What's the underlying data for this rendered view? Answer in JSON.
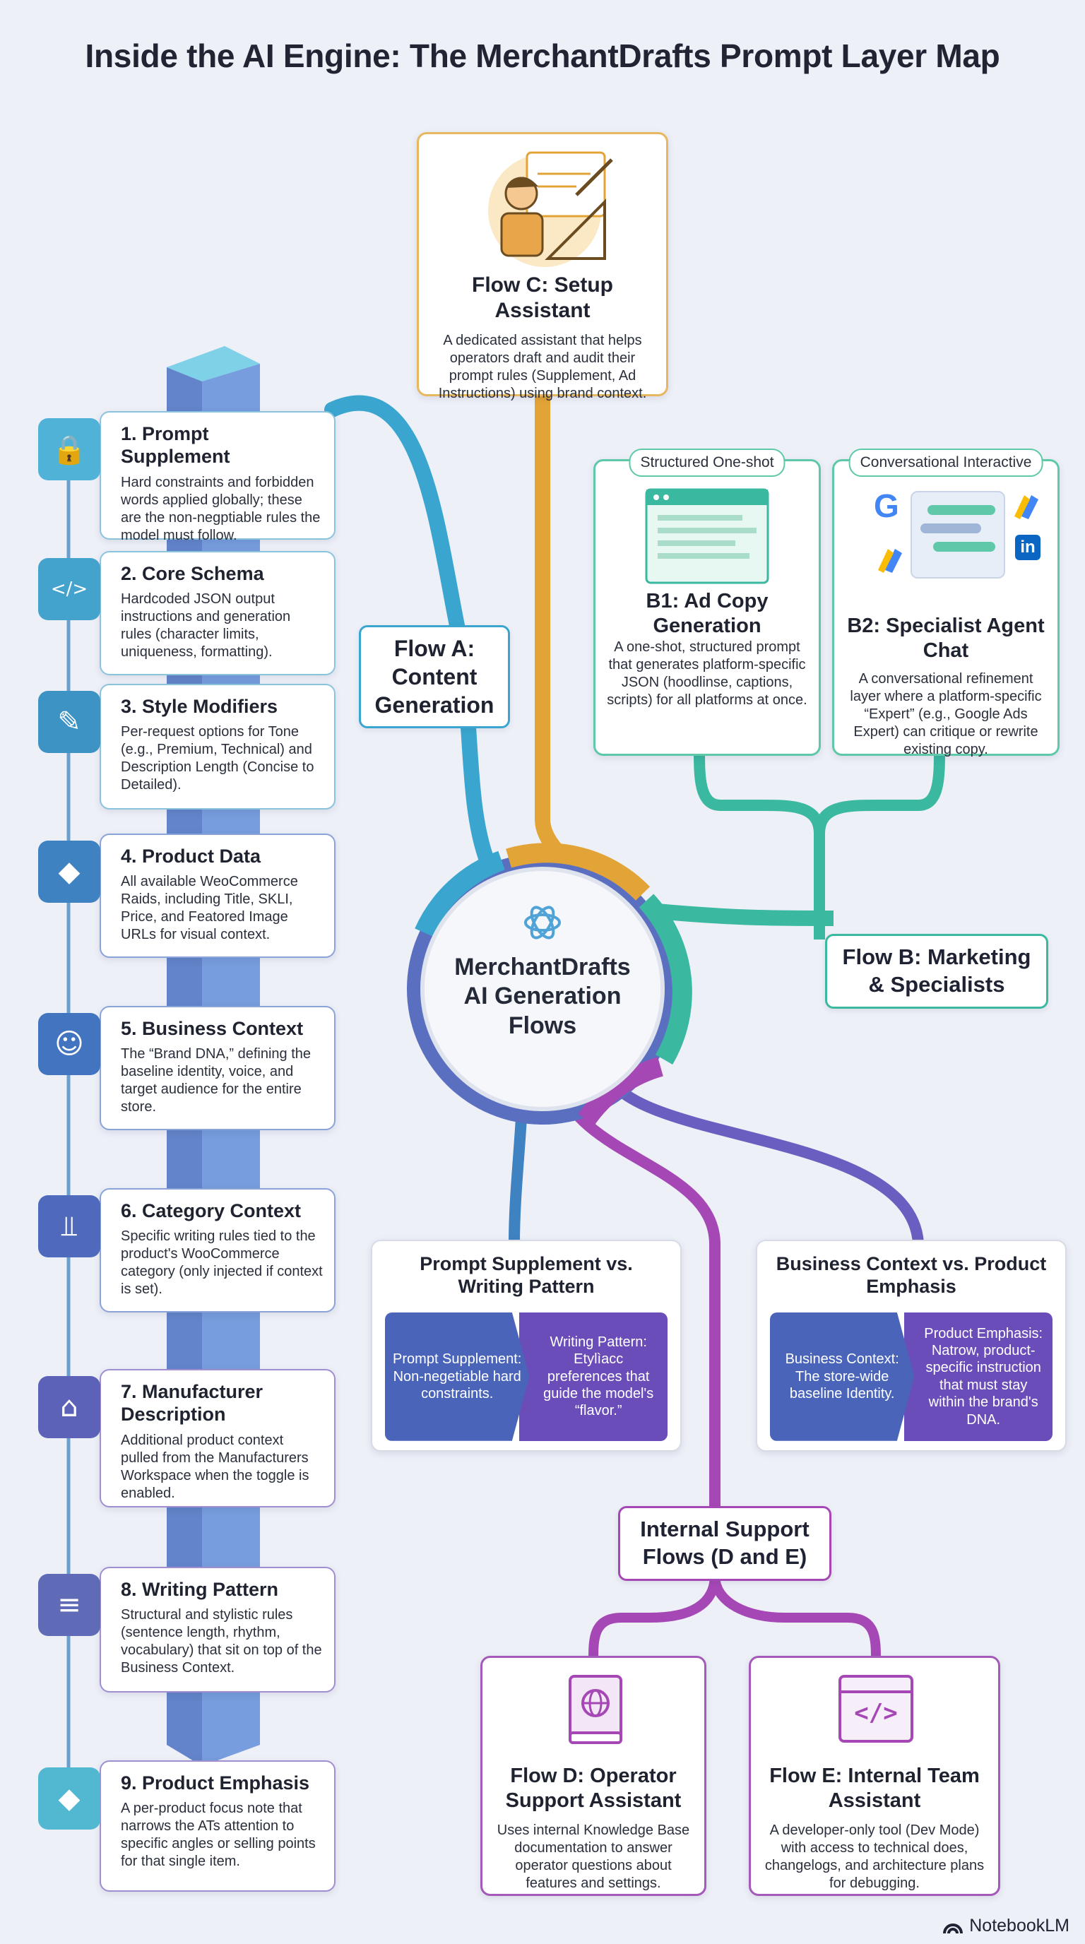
{
  "title": "Inside the AI Engine: The MerchantDrafts Prompt Layer Map",
  "hub": {
    "line1": "MerchantDrafts",
    "line2": "AI Generation",
    "line3": "Flows"
  },
  "layers": [
    {
      "title": "1. Prompt Supplement",
      "desc": "Hard constraints and forbidden words applied globally; these are the non-negptiable rules the model must follow.",
      "icon": "lock-icon",
      "color": "#4fb2d6"
    },
    {
      "title": "2. Core Schema",
      "desc": "Hardcoded JSON output instructions and generation rules (character limits, uniqueness, formatting).",
      "icon": "code-window-icon",
      "color": "#43a3cc"
    },
    {
      "title": "3. Style Modifiers",
      "desc": "Per-request options for Tone (e.g., Premium, Technical) and Description Length (Concise to Detailed).",
      "icon": "paintbrush-icon",
      "color": "#3d93c4"
    },
    {
      "title": "4. Product Data",
      "desc": "All available WeoCommerce Raids, including Title, SKLI, Price, and Featored Image URLs for visual context.",
      "icon": "price-tag-icon",
      "color": "#3f82c2"
    },
    {
      "title": "5. Business Context",
      "desc": "The “Brand DNA,” defining the baseline identity, voice, and target audience for the entire store.",
      "icon": "people-icon",
      "color": "#4274c0"
    },
    {
      "title": "6. Category Context",
      "desc": "Specific writing rules tied to the product's WooCommerce category (only injected if context is set).",
      "icon": "category-tree-icon",
      "color": "#4f6abc"
    },
    {
      "title": "7. Manufacturer Description",
      "desc": "Additional product context pulled from the Manufacturers Workspace when the toggle is enabled.",
      "icon": "shirt-icon",
      "color": "#5c62b8"
    },
    {
      "title": "8. Writing Pattern",
      "desc": "Structural and stylistic rules (sentence length, rhythm, vocabulary) that sit on top of the Business Context.",
      "icon": "list-sort-icon",
      "color": "#5f6bb6"
    },
    {
      "title": "9. Product Emphasis",
      "desc": "A per-product focus note that narrows the ATs attention to specific angles or selling points for that single item.",
      "icon": "tag-icon",
      "color": "#52b8d2"
    }
  ],
  "flow_a": {
    "label": "Flow A: Content Generation"
  },
  "flow_c": {
    "title": "Flow C: Setup Assistant",
    "desc": "A dedicated assistant that helps operators draft and audit their prompt rules (Supplement, Ad Instructions) using brand context."
  },
  "flow_b": {
    "label": "Flow B: Marketing & Specialists"
  },
  "b1": {
    "pill": "Structured One-shot",
    "title": "B1: Ad Copy Generation",
    "desc": "A one-shot, structured prompt that generates platform-specific JSON (hoodlinse, captions, scripts) for all platforms at once."
  },
  "b2": {
    "pill": "Conversational Interactive",
    "title": "B2: Specialist Agent Chat",
    "desc": "A conversational refinement layer where a platform-specific “Expert” (e.g., Google Ads Expert) can critique or rewrite existing copy.",
    "logos": [
      "G",
      "in"
    ]
  },
  "compare1": {
    "title": "Prompt Supplement vs. Writing Pattern",
    "left": "Prompt Supplement: Non-negetiable hard constraints.",
    "right": "Writing Pattern: Etylìacc preferences that guide the model's “flavor.”"
  },
  "compare2": {
    "title": "Business Context vs. Product Emphasis",
    "left": "Business Context: The store-wide baseline Identity.",
    "right": "Product Emphasis: Natrow, product-specific instruction that must stay within the brand's DNA."
  },
  "internal": {
    "label": "Internal Support Flows (D and E)"
  },
  "flow_d": {
    "title": "Flow D: Operator Support Assistant",
    "desc": "Uses internal Knowledge Base documentation to answer operator questions about features and settings."
  },
  "flow_e": {
    "title": "Flow E: Internal Team Assistant",
    "desc": "A developer-only tool (Dev Mode) with access to technical does, changelogs, and architecture plans for debugging.",
    "icon_text": "</>"
  },
  "footer": {
    "brand": "NotebookLM"
  },
  "colors": {
    "teal": "#3ab8a0",
    "gold": "#e3a437",
    "blue": "#3aa6d0",
    "purple": "#a548b5",
    "indigo": "#5866b8"
  }
}
